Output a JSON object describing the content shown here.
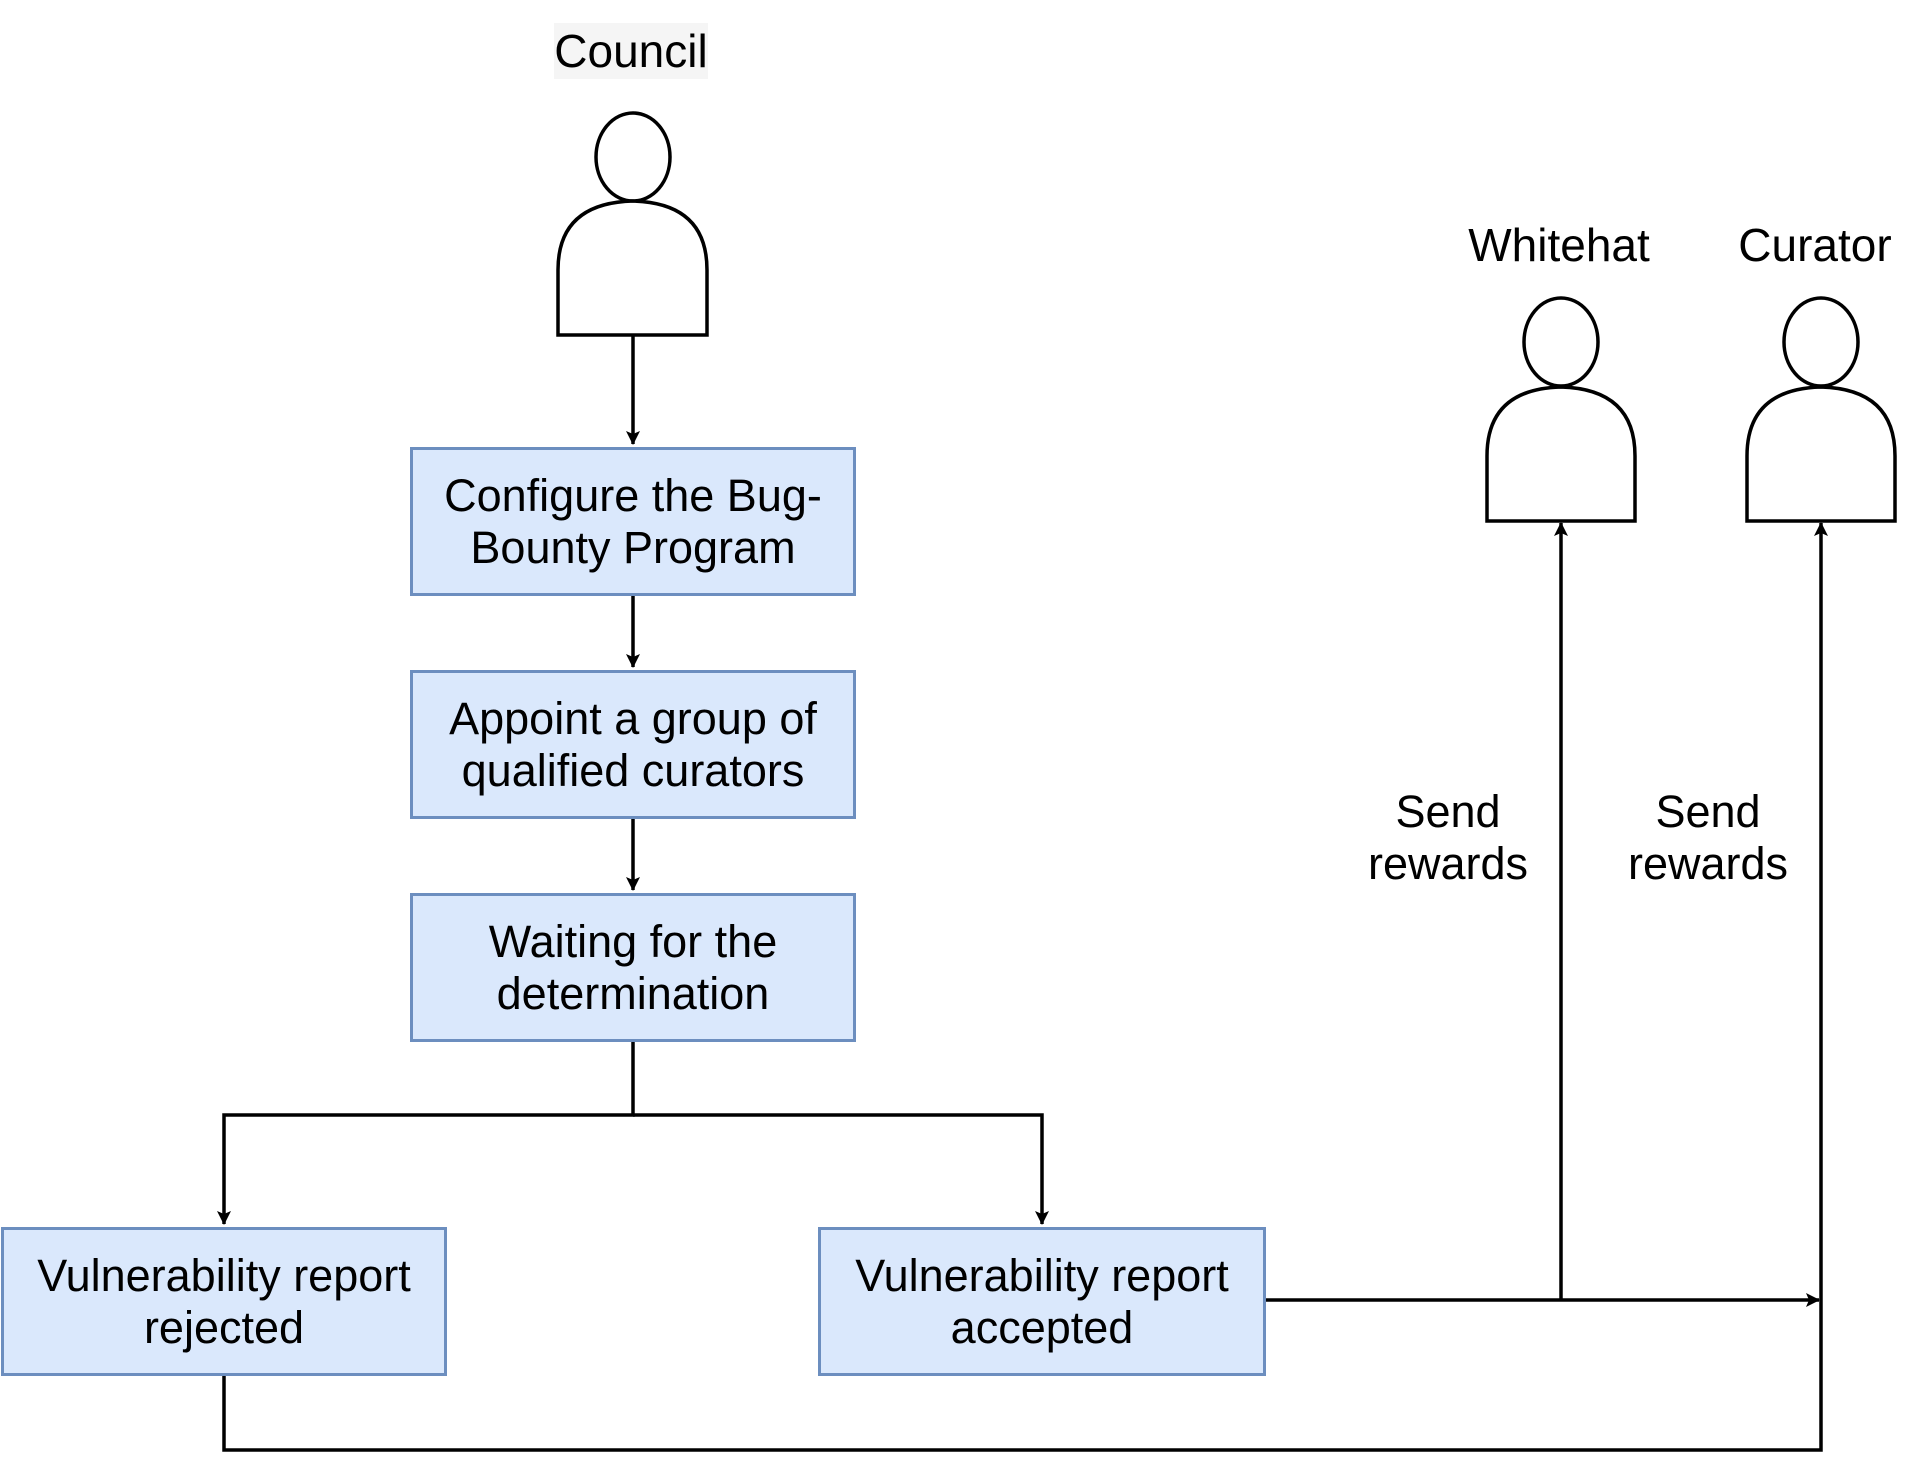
{
  "actors": {
    "council": "Council",
    "whitehat": "Whitehat",
    "curator": "Curator"
  },
  "steps": {
    "configure": [
      "Configure the Bug-",
      "Bounty Program"
    ],
    "appoint": [
      "Appoint a group of",
      "qualified curators"
    ],
    "waiting": [
      "Waiting for the",
      "determination"
    ],
    "rejected": [
      "Vulnerability report",
      "rejected"
    ],
    "accepted": [
      "Vulnerability report",
      "accepted"
    ]
  },
  "edge_labels": {
    "whitehat_reward": [
      "Send",
      "rewards"
    ],
    "curator_reward": [
      "Send",
      "rewards"
    ]
  },
  "colors": {
    "box_fill": "#dae8fc",
    "box_stroke": "#6c8ebf",
    "line": "#000000"
  }
}
